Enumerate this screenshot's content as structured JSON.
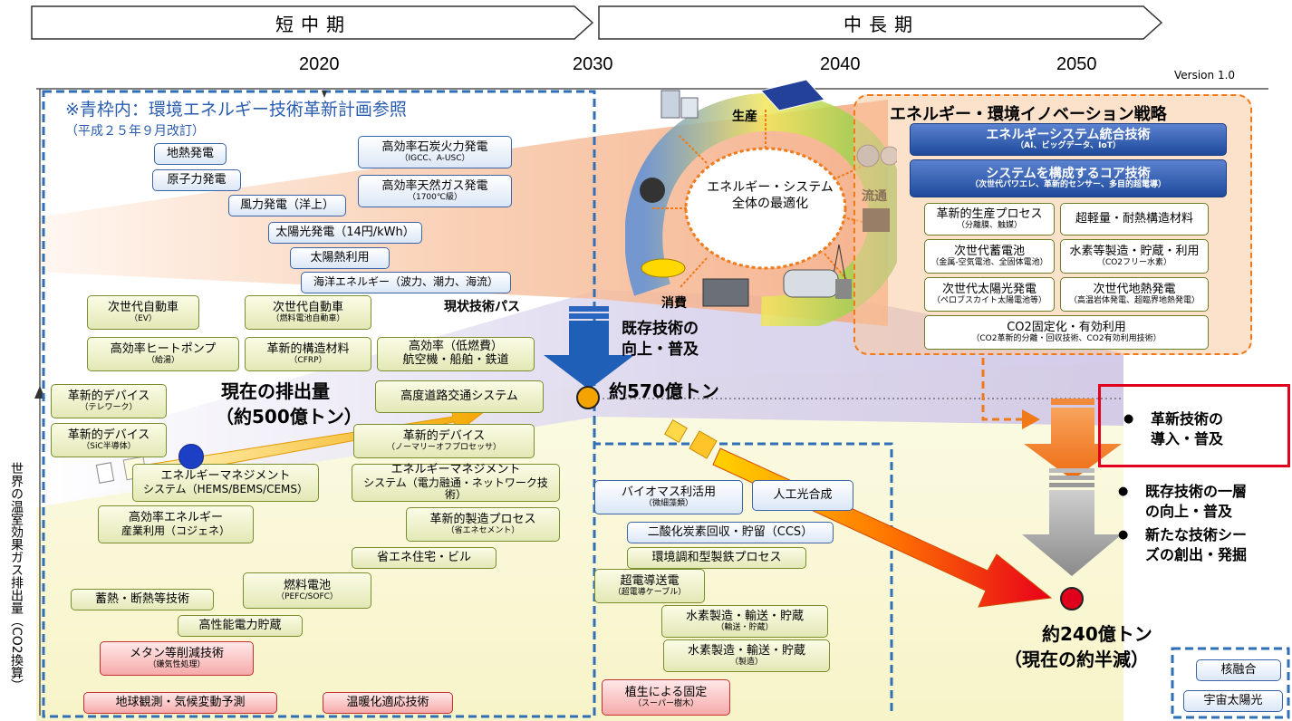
{
  "phases": {
    "short": "短中期",
    "long": "中長期"
  },
  "years": [
    "2020",
    "2030",
    "2040",
    "2050"
  ],
  "version": "Version 1.0",
  "note": {
    "line1": "※青枠内：環境エネルギー技術革新計画参照",
    "line2": "（平成２５年９月改訂）"
  },
  "yaxis": "世界の温室効果ガス排出量（CO2換算）",
  "ellipse": {
    "line1": "エネルギー・システム",
    "line2": "全体の最適化"
  },
  "cycle": {
    "production": "生産",
    "distribution": "流通",
    "consumption": "消費"
  },
  "strategy": {
    "title": "エネルギー・環境イノベーション戦略",
    "system_integration": {
      "main": "エネルギーシステム統合技術",
      "sub": "（AI、ビッグデータ、IoT）"
    },
    "core": {
      "main": "システムを構成するコア技術",
      "sub": "（次世代パワエレ、革新的センサー、多目的超電導）"
    },
    "items": [
      {
        "main": "革新的生産プロセス",
        "sub": "（分離膜、触媒）"
      },
      {
        "main": "超軽量・耐熱構造材料",
        "sub": ""
      },
      {
        "main": "次世代蓄電池",
        "sub": "（金属-空気電池、全固体電池）"
      },
      {
        "main": "水素等製造・貯蔵・利用",
        "sub": "（CO2フリー水素）"
      },
      {
        "main": "次世代太陽光発電",
        "sub": "（ペロブスカイト太陽電池等）"
      },
      {
        "main": "次世代地熱発電",
        "sub": "（高温岩体発電、超臨界地熱発電）"
      }
    ],
    "co2": {
      "main": "CO2固定化・有効利用",
      "sub": "（CO2革新的分離・回収技術、CO2有効利用技術）"
    }
  },
  "supply": [
    {
      "main": "地熱発電",
      "sub": ""
    },
    {
      "main": "原子力発電",
      "sub": ""
    },
    {
      "main": "高効率石炭火力発電",
      "sub": "（IGCC、A-USC）"
    },
    {
      "main": "高効率天然ガス発電",
      "sub": "（1700℃級）"
    },
    {
      "main": "風力発電（洋上）",
      "sub": ""
    },
    {
      "main": "太陽光発電（14円/kWh）",
      "sub": ""
    },
    {
      "main": "太陽熱利用",
      "sub": ""
    },
    {
      "main": "海洋エネルギー（波力、潮力、海流）",
      "sub": ""
    }
  ],
  "demand": [
    {
      "main": "次世代自動車",
      "sub": "（EV）"
    },
    {
      "main": "次世代自動車",
      "sub": "（燃料電池自動車）"
    },
    {
      "main": "高効率ヒートポンプ",
      "sub": "（給湯）"
    },
    {
      "main": "革新的構造材料",
      "sub": "（CFRP）"
    },
    {
      "main": "高効率（低燃費）",
      "sub": "航空機・船舶・鉄道"
    },
    {
      "main": "革新的デバイス",
      "sub": "（テレワーク）"
    },
    {
      "main": "高度道路交通システム",
      "sub": ""
    },
    {
      "main": "革新的デバイス",
      "sub": "（SiC半導体）"
    },
    {
      "main": "革新的デバイス",
      "sub": "（ノーマリーオフプロセッサ）"
    },
    {
      "main": "エネルギーマネジメント",
      "sub": "システム（HEMS/BEMS/CEMS）"
    },
    {
      "main": "エネルギーマネジメント",
      "sub": "システム（電力融通・ネットワーク技術）"
    },
    {
      "main": "高効率エネルギー",
      "sub": "産業利用（コジェネ）"
    },
    {
      "main": "革新的製造プロセス",
      "sub": "（省エネセメント）"
    },
    {
      "main": "省エネ住宅・ビル",
      "sub": ""
    },
    {
      "main": "燃料電池",
      "sub": "（PEFC/SOFC）"
    },
    {
      "main": "蓄熱・断熱等技術",
      "sub": ""
    },
    {
      "main": "高性能電力貯蔵",
      "sub": ""
    }
  ],
  "red_items": [
    {
      "main": "メタン等削減技術",
      "sub": "（嫌気性処理）"
    },
    {
      "main": "地球観測・気候変動予測",
      "sub": ""
    },
    {
      "main": "温暖化適応技術",
      "sub": ""
    },
    {
      "main": "植生による固定",
      "sub": "（スーパー樹木）"
    }
  ],
  "right_items": [
    {
      "main": "バイオマス利活用",
      "sub": "（微細藻類）"
    },
    {
      "main": "人工光合成",
      "sub": ""
    },
    {
      "main": "二酸化炭素回収・貯留（CCS）",
      "sub": ""
    },
    {
      "main": "環境調和型製鉄プロセス",
      "sub": ""
    },
    {
      "main": "超電導送電",
      "sub": "（超電導ケーブル）"
    },
    {
      "main": "水素製造・輸送・貯蔵",
      "sub": "（輸送・貯蔵）"
    },
    {
      "main": "水素製造・輸送・貯蔵",
      "sub": "（製造）"
    }
  ],
  "future": [
    "核融合",
    "宇宙太陽光"
  ],
  "labels": {
    "current_path": "現状技術パス",
    "current_emission_1": "現在の排出量",
    "current_emission_2": "（約500億トン）",
    "existing_1": "既存技術の",
    "existing_2": "向上・普及",
    "e570": "約570億トン",
    "e240": "約240億トン",
    "half": "（現在の約半減）",
    "innov_1": "革新技術の",
    "innov_2": "導入・普及",
    "b2_1": "既存技術の一層",
    "b2_2": "の向上・普及",
    "b3_1": "新たな技術シー",
    "b3_2": "ズの創出・発掘"
  },
  "colors": {
    "blue_frame": "#2f6fb5",
    "orange": "#f07a1a",
    "red_box": "#e1001e",
    "arrow_blue": "#1f5fb8",
    "dot_blue": "#1d3fc6",
    "dot_orange": "#f5a300",
    "dot_red": "#e0001b"
  }
}
